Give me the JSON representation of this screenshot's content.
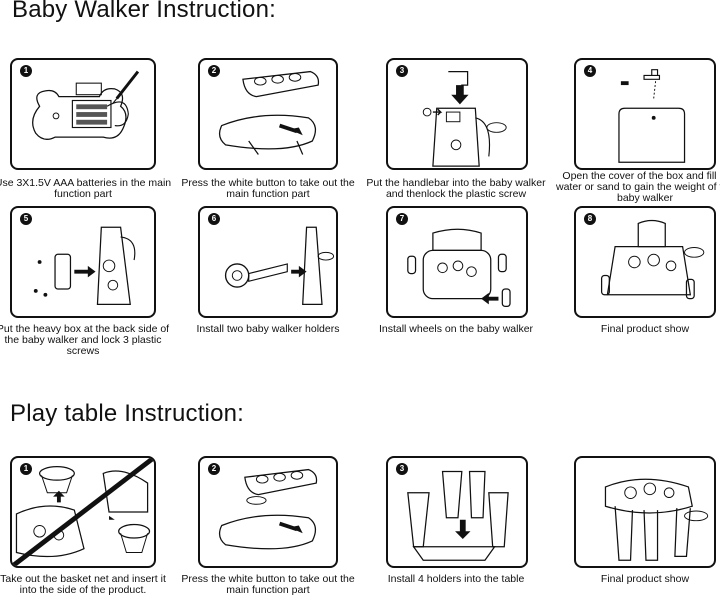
{
  "baby_walker": {
    "heading": "Baby Walker Instruction:",
    "steps": [
      {
        "num": "1",
        "caption": "Use 3X1.5V AAA batteries in the main function part"
      },
      {
        "num": "2",
        "caption": "Press the white button to take out the main function part"
      },
      {
        "num": "3",
        "caption": "Put the handlebar into the baby walker and thenlock the plastic screw"
      },
      {
        "num": "4",
        "caption": "Open the cover of the box and fill in water or sand to gain the weight of the baby walker"
      },
      {
        "num": "5",
        "caption": "Put the heavy box at the back side of the baby walker and lock 3 plastic screws"
      },
      {
        "num": "6",
        "caption": "Install two baby walker holders"
      },
      {
        "num": "7",
        "caption": "Install wheels on the baby walker"
      },
      {
        "num": "8",
        "caption": "Final product show"
      }
    ]
  },
  "play_table": {
    "heading": "Play table Instruction:",
    "steps": [
      {
        "num": "1",
        "caption": "Take out the basket net and insert it into the side of the product."
      },
      {
        "num": "2",
        "caption": "Press the white button to take out the main function part"
      },
      {
        "num": "3",
        "caption": "Install 4 holders into the table"
      },
      {
        "num": "",
        "caption": "Final product show"
      }
    ]
  }
}
